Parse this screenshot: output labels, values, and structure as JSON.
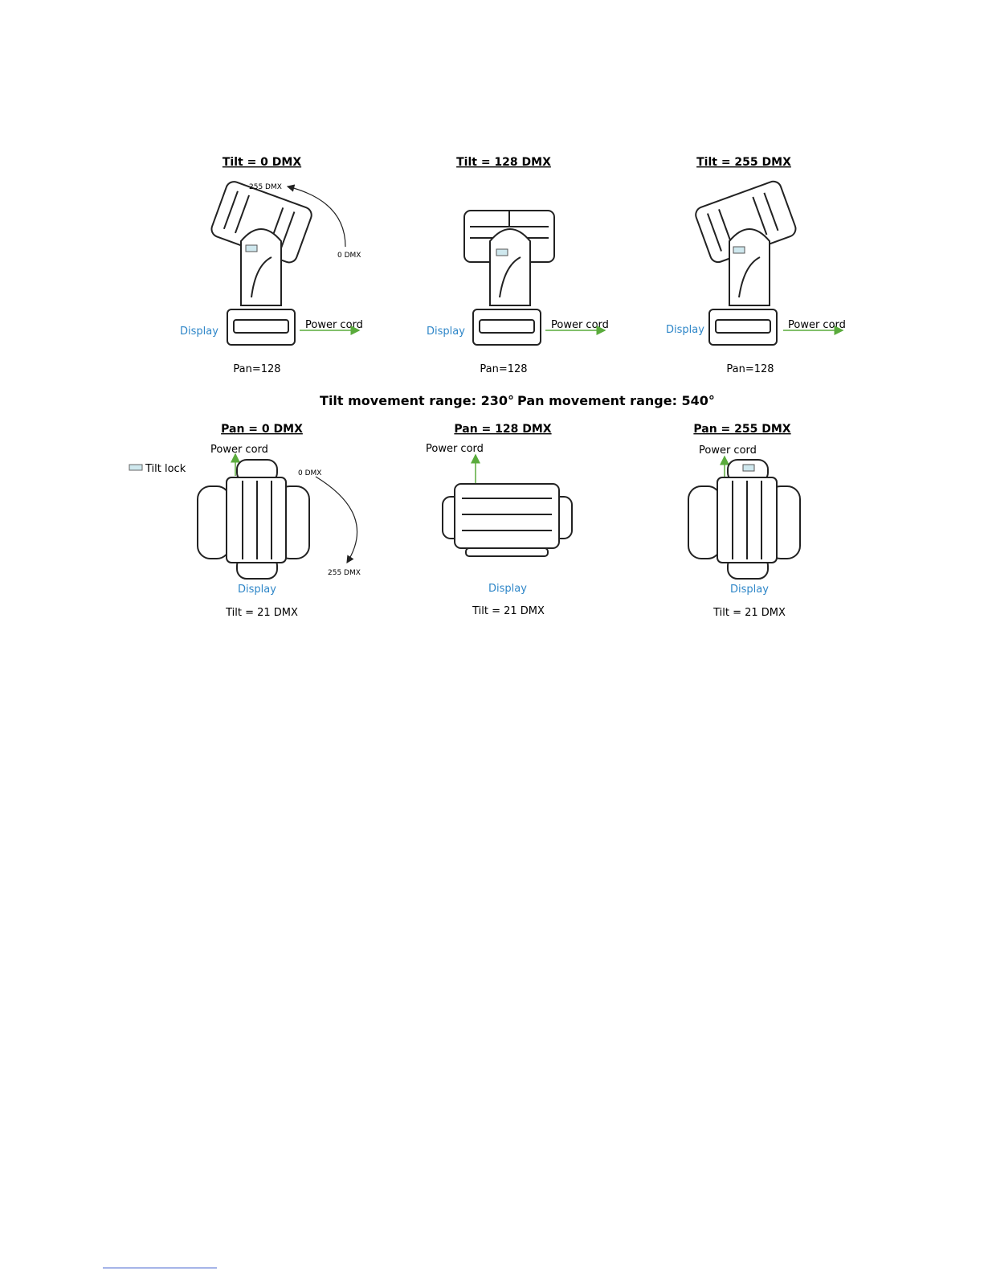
{
  "top_row": [
    {
      "title": "Tilt = 0 DMX",
      "caption": "Pan=128",
      "display_label": "Display",
      "power_label": "Power cord",
      "arc_start": "255 DMX",
      "arc_end": "0 DMX"
    },
    {
      "title": "Tilt = 128 DMX",
      "caption": "Pan=128",
      "display_label": "Display",
      "power_label": "Power cord"
    },
    {
      "title": "Tilt = 255 DMX",
      "caption": "Pan=128",
      "display_label": "Display",
      "power_label": "Power cord"
    }
  ],
  "range_text": {
    "tilt": "Tilt movement range: 230°",
    "pan": "Pan movement range: 540°"
  },
  "bottom_row": [
    {
      "title": "Pan = 0 DMX",
      "caption": "Tilt = 21 DMX",
      "display_label": "Display",
      "power_label": "Power cord",
      "arc_start": "0 DMX",
      "arc_end": "255 DMX"
    },
    {
      "title": "Pan = 128 DMX",
      "caption": "Tilt = 21 DMX",
      "display_label": "Display",
      "power_label": "Power cord"
    },
    {
      "title": "Pan = 255 DMX",
      "caption": "Tilt = 21 DMX",
      "display_label": "Display",
      "power_label": "Power cord"
    }
  ],
  "legend": {
    "tilt_lock": "Tilt  lock"
  },
  "colors": {
    "display": "#2e86c8",
    "power": "#5aab3c",
    "tilt_lock": "#cfe8ee",
    "line": "#222222"
  }
}
